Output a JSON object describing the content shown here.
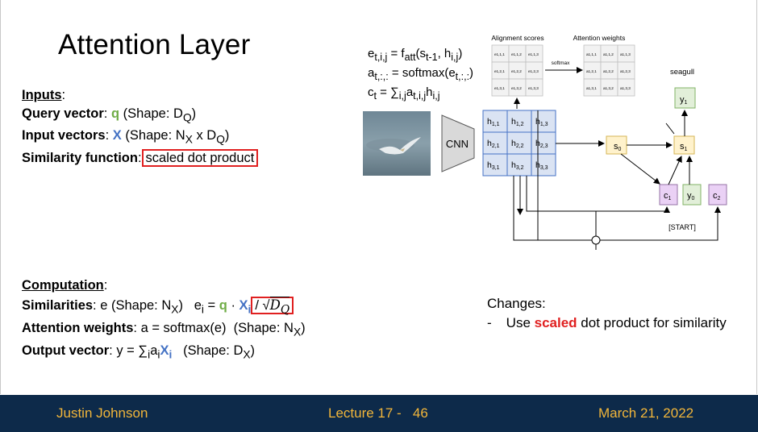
{
  "title": "Attention Layer",
  "inputs": {
    "heading": "Inputs",
    "query_label": "Query vector",
    "query_symbol": "q",
    "query_shape_prefix": "(Shape: D",
    "query_shape_sub": "Q",
    "query_shape_suffix": ")",
    "input_label": "Input vectors",
    "input_symbol": "X",
    "input_shape_prefix": "(Shape: N",
    "input_shape_sub1": "X",
    "input_shape_mid": " x D",
    "input_shape_sub2": "Q",
    "input_shape_suffix": ")",
    "sim_label": "Similarity function",
    "sim_value": "scaled dot product"
  },
  "computation": {
    "heading": "Computation",
    "sim_label": "Similarities",
    "sim_text1": ": e (Shape: N",
    "sim_sub": "X",
    "sim_text2": ")   e",
    "sim_sub_i": "i",
    "sim_eq": " = ",
    "q": "q",
    "dot": " · ",
    "X": "X",
    "i": "i",
    "scale_div": "/ ",
    "scale_sqrt": "√",
    "scale_D": "D",
    "scale_Q": "Q",
    "attn_label": "Attention weights",
    "attn_text": ": a = softmax(e)  (Shape: N",
    "attn_sub": "X",
    "attn_end": ")",
    "out_label": "Output vector",
    "out_text1": ": y = ∑",
    "out_sub_i": "i",
    "out_a": "a",
    "out_sub_i2": "i",
    "out_X": "X",
    "out_sub_i3": "i",
    "out_text2": "   (Shape: D",
    "out_sub": "X",
    "out_end": ")"
  },
  "changes": {
    "heading": "Changes:",
    "bullet": "-",
    "text1": "Use ",
    "highlight": "scaled",
    "text2": " dot product for similarity"
  },
  "diagram": {
    "eq1_a": "e",
    "eq1_sub": "t,i,j",
    "eq1_b": " = f",
    "eq1_sub2": "att",
    "eq1_c": "(s",
    "eq1_sub3": "t-1",
    "eq1_d": ", h",
    "eq1_sub4": "i,j",
    "eq1_e": ")",
    "eq2_a": "a",
    "eq2_sub": "t,:,:",
    "eq2_b": " = softmax(e",
    "eq2_sub2": "t,:,:",
    "eq2_c": ")",
    "eq3_a": "c",
    "eq3_sub": "t",
    "eq3_b": " = ∑",
    "eq3_sub2": "i,j",
    "eq3_c": "a",
    "eq3_sub3": "t,i,j",
    "eq3_d": "h",
    "eq3_sub4": "i,j",
    "alignment_label": "Alignment scores",
    "attention_label": "Attention weights",
    "softmax_label": "softmax",
    "cnn_label": "CNN",
    "seagull_label": "seagull",
    "start_label": "[START]",
    "y1": "y",
    "y1_sub": "1",
    "y0": "y",
    "y0_sub": "0",
    "s0": "s",
    "s0_sub": "0",
    "s1": "s",
    "s1_sub": "1",
    "c1": "c",
    "c1_sub": "1",
    "c2": "c",
    "c2_sub": "2",
    "h": [
      [
        "h",
        "1,1"
      ],
      [
        "h",
        "1,2"
      ],
      [
        "h",
        "1,3"
      ],
      [
        "h",
        "2,1"
      ],
      [
        "h",
        "2,2"
      ],
      [
        "h",
        "2,3"
      ],
      [
        "h",
        "3,1"
      ],
      [
        "h",
        "3,2"
      ],
      [
        "h",
        "3,3"
      ]
    ],
    "e_cells": [
      "e1,1,1",
      "e1,1,2",
      "e1,1,3",
      "e1,2,1",
      "e1,2,2",
      "e1,2,3",
      "e1,3,1",
      "e1,3,2",
      "e1,3,3"
    ],
    "a_cells": [
      "a1,1,1",
      "a1,1,2",
      "a1,1,3",
      "a1,2,1",
      "a1,2,2",
      "a1,2,3",
      "a1,3,1",
      "a1,3,2",
      "a1,3,3"
    ]
  },
  "footer": {
    "author": "Justin Johnson",
    "lecture": "Lecture 17 -   46",
    "date": "March 21, 2022"
  },
  "colors": {
    "footer_bg": "#0d2a4a",
    "footer_text": "#f2b63a",
    "green": "#70ad47",
    "blue": "#4472c4",
    "red": "#e02020",
    "h_fill": "#dae3f3",
    "y_fill": "#e2efd9",
    "s_fill": "#fff2cc",
    "c_fill": "#ead1f5"
  }
}
